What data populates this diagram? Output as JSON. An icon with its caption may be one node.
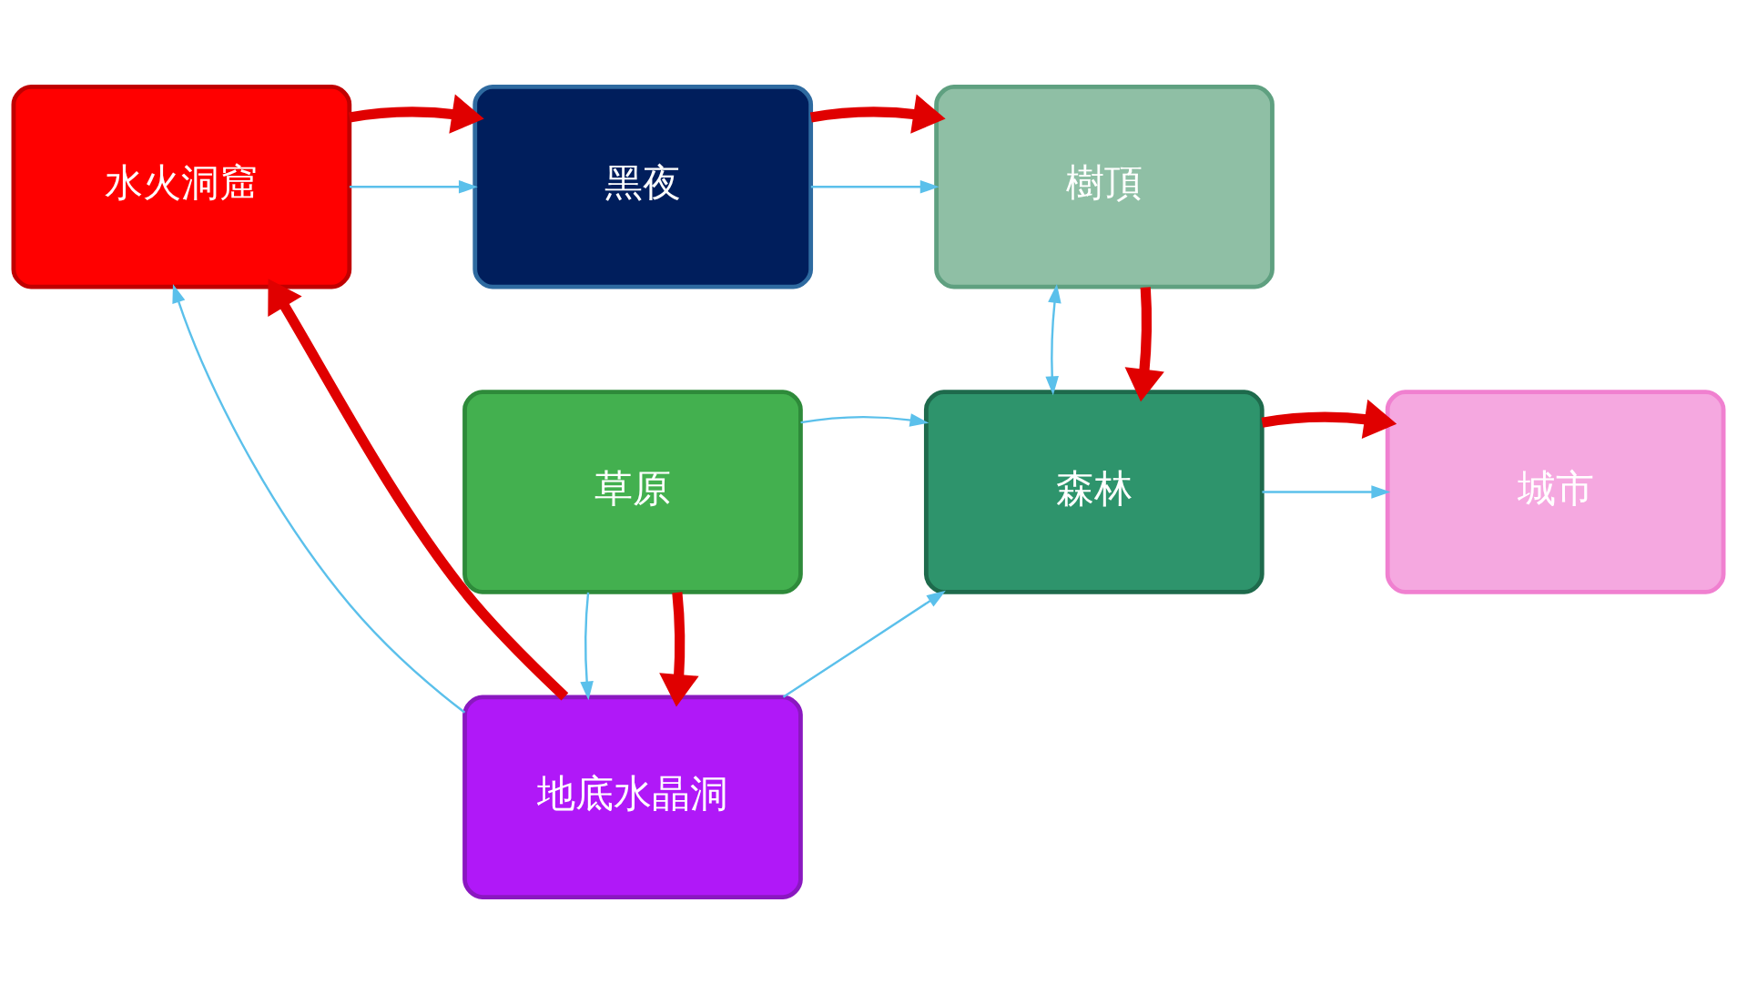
{
  "diagram": {
    "nodes": [
      {
        "text": [
          "水火洞窟"
        ]
      },
      {
        "text": [
          "黑夜"
        ]
      },
      {
        "text": [
          "樹頂"
        ]
      },
      {
        "text": [
          "草原"
        ]
      },
      {
        "text": [
          "森林"
        ]
      },
      {
        "text": [
          "城市"
        ]
      },
      {
        "text": [
          "地底水晶洞"
        ]
      }
    ],
    "edges": [
      {
        "from": 0,
        "to": 1,
        "arrow": "to"
      },
      {
        "from": 1,
        "to": 2,
        "arrow": "to"
      },
      {
        "from": 2,
        "to": 4,
        "arrow": "both"
      },
      {
        "from": 3,
        "to": 4,
        "arrow": "to"
      },
      {
        "from": 4,
        "to": 5,
        "arrow": "to"
      },
      {
        "from": 3,
        "to": 6,
        "arrow": "to"
      },
      {
        "from": 6,
        "to": 0,
        "arrow": "to"
      },
      {
        "from": 6,
        "to": 4,
        "arrow": "to"
      },
      {
        "from": 0,
        "to": 1,
        "arrow": "to",
        "style": "thick",
        "color": "#e00000"
      },
      {
        "from": 1,
        "to": 2,
        "arrow": "to",
        "style": "thick",
        "color": "#e00000"
      },
      {
        "from": 2,
        "to": 4,
        "arrow": "to",
        "style": "thick",
        "color": "#e00000"
      },
      {
        "from": 3,
        "to": 6,
        "arrow": "to",
        "style": "thick",
        "color": "#e00000"
      },
      {
        "from": 4,
        "to": 5,
        "arrow": "to",
        "style": "thick",
        "color": "#e00000"
      },
      {
        "from": 6,
        "to": 0,
        "arrow": "to",
        "style": "thick",
        "color": "#e00000"
      }
    ]
  }
}
